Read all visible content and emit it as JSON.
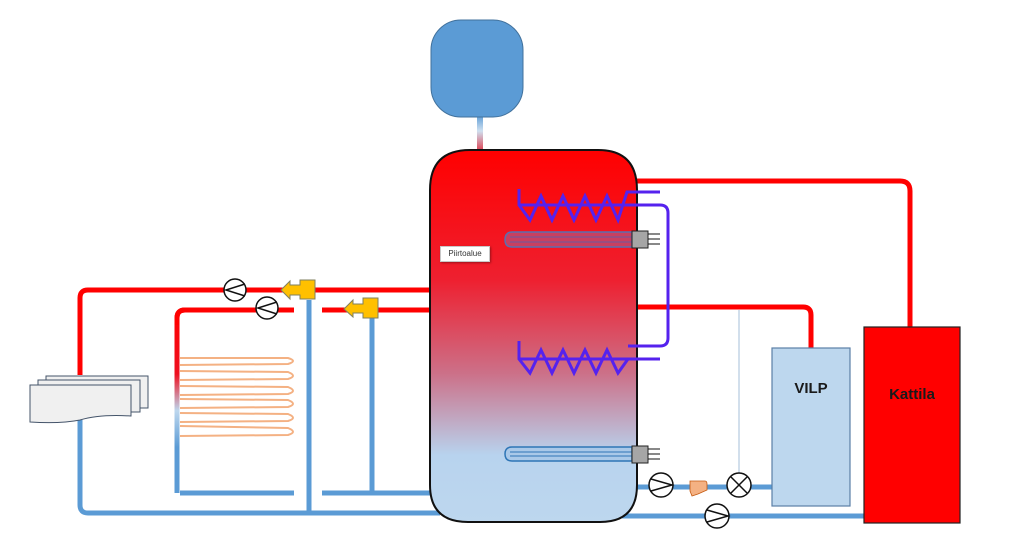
{
  "diagram": {
    "type": "heating-system-schematic",
    "colors": {
      "hot_pipe": "#ff0000",
      "cold_pipe": "#5b9bd5",
      "coil": "#5522ee",
      "valve": "#ffc000",
      "expansion_tank": "#5b9bd5",
      "vilp_box": "#bdd7ee",
      "kattila_box": "#ff0000",
      "floor_coil": "#f4b183",
      "strainer": "#f4b183"
    },
    "tank": {
      "name": "accumulator-tank",
      "label": "Piirtoalue"
    },
    "units": {
      "vilp": {
        "label": "VILP"
      },
      "kattila": {
        "label": "Kattila"
      }
    },
    "components": [
      "expansion-tank",
      "accumulator-tank",
      "upper-solar-coil",
      "lower-solar-coil",
      "upper-electric-heater",
      "lower-electric-heater",
      "radiator",
      "floor-heating-coil",
      "radiator-pump",
      "floor-pump",
      "radiator-mixing-valve",
      "floor-mixing-valve",
      "vilp-pump",
      "strainer",
      "shutoff-valve",
      "kattila-pump"
    ]
  }
}
